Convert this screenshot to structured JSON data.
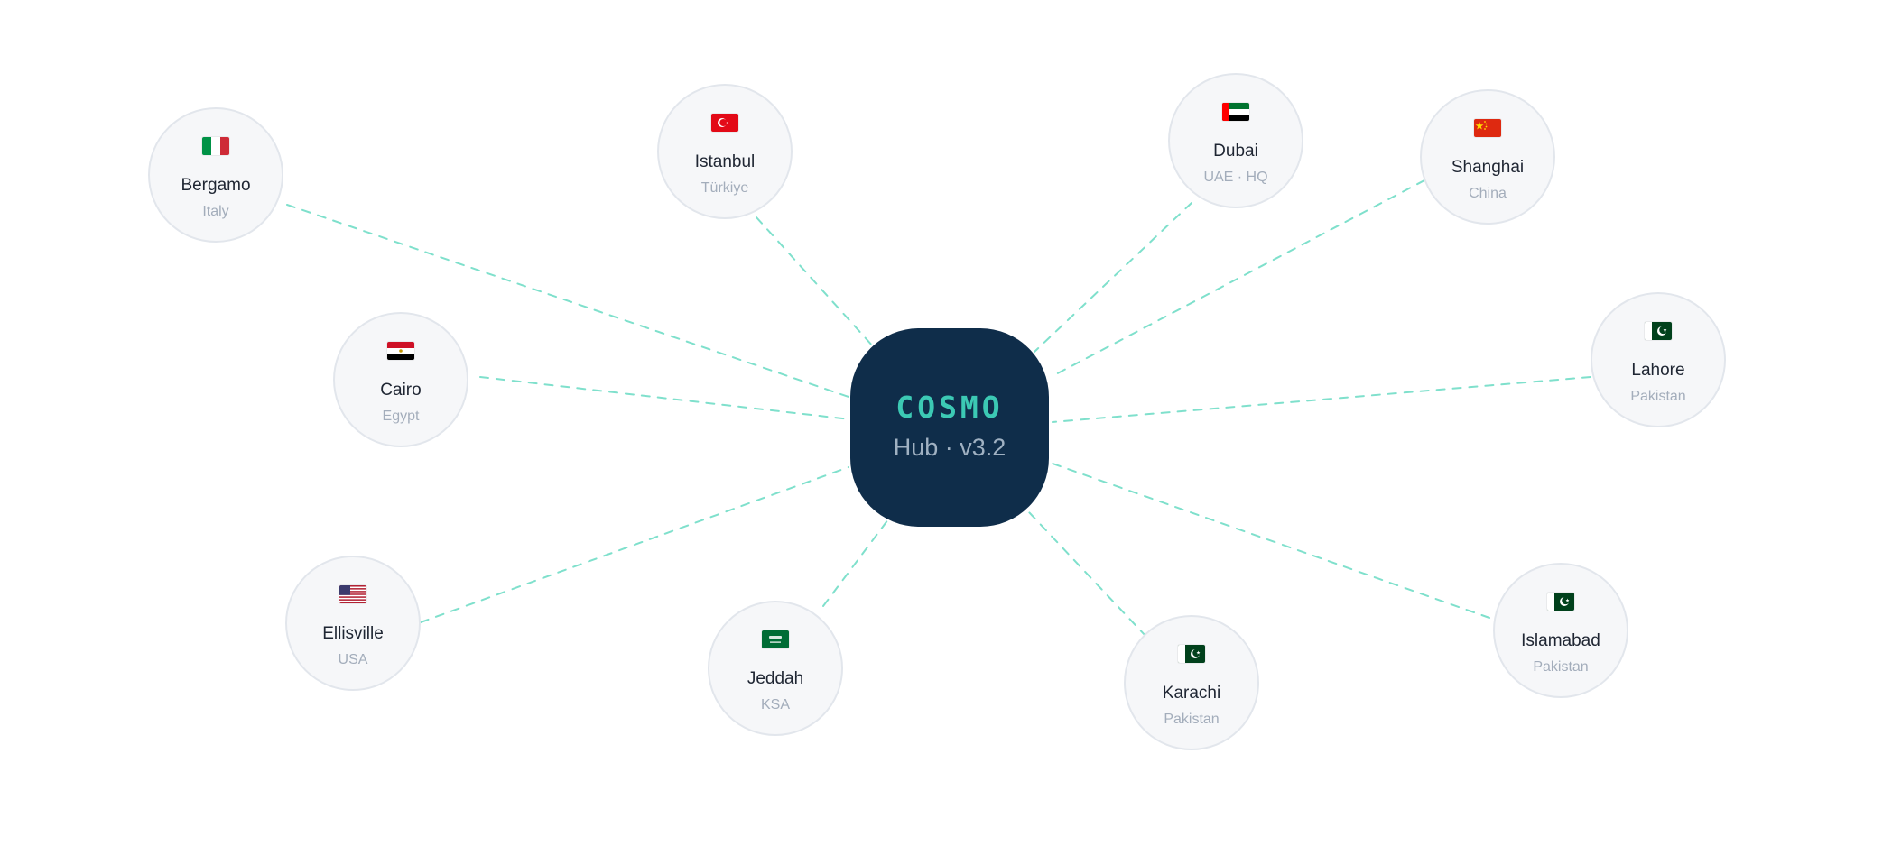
{
  "hub": {
    "title": "COSMO",
    "subtitle": "Hub · v3.2"
  },
  "colors": {
    "hub_background": "#0f2d4a",
    "hub_title": "#3cc9b4",
    "link": "#7fe0cc",
    "node_background": "#f6f7f9",
    "node_border": "#e2e6ec"
  },
  "nodes": [
    {
      "id": "bergamo",
      "city": "Bergamo",
      "country": "Italy",
      "flag": "flag-italy-icon"
    },
    {
      "id": "istanbul",
      "city": "Istanbul",
      "country": "Türkiye",
      "flag": "flag-turkiye-icon"
    },
    {
      "id": "dubai",
      "city": "Dubai",
      "country": "UAE · HQ",
      "flag": "flag-uae-icon"
    },
    {
      "id": "shanghai",
      "city": "Shanghai",
      "country": "China",
      "flag": "flag-china-icon"
    },
    {
      "id": "cairo",
      "city": "Cairo",
      "country": "Egypt",
      "flag": "flag-egypt-icon"
    },
    {
      "id": "lahore",
      "city": "Lahore",
      "country": "Pakistan",
      "flag": "flag-pakistan-icon"
    },
    {
      "id": "ellisville",
      "city": "Ellisville",
      "country": "USA",
      "flag": "flag-usa-icon"
    },
    {
      "id": "jeddah",
      "city": "Jeddah",
      "country": "KSA",
      "flag": "flag-saudi-arabia-icon"
    },
    {
      "id": "karachi",
      "city": "Karachi",
      "country": "Pakistan",
      "flag": "flag-pakistan-icon"
    },
    {
      "id": "islamabad",
      "city": "Islamabad",
      "country": "Pakistan",
      "flag": "flag-pakistan-icon"
    }
  ]
}
